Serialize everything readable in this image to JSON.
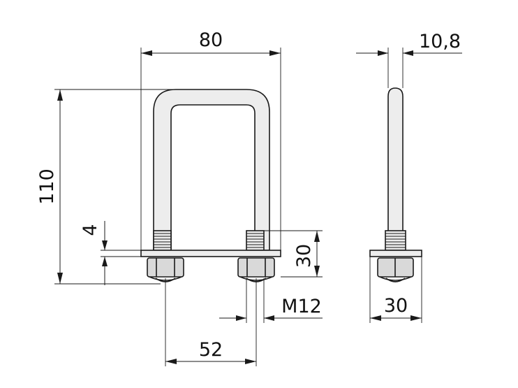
{
  "dimensions": {
    "width": "80",
    "height": "110",
    "thread_len": "4",
    "nut_height": "30",
    "thread": "M12",
    "spacing": "52",
    "rod_diameter": "10,8",
    "plate_depth": "30"
  },
  "colors": {
    "line": "#1a1a1a",
    "fill": "#ededed",
    "nut": "#d9d9d9"
  }
}
